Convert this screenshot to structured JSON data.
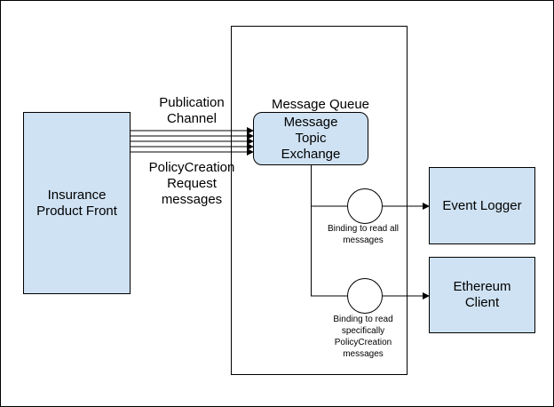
{
  "colors": {
    "box_fill": "#cfe2f3",
    "stroke": "#000000"
  },
  "nodes": {
    "insurance_front": "Insurance\nProduct Front",
    "queue_title": "Message Queue",
    "exchange": "Message\nTopic\nExchange",
    "event_logger": "Event Logger",
    "ethereum_client": "Ethereum\nClient"
  },
  "labels": {
    "publication_channel": "Publication\nChannel",
    "policy_messages": "PolicyCreation\nRequest\nmessages",
    "binding_all": "Binding to read all\nmessages",
    "binding_specific": "Binding to read\nspecifically\nPolicyCreation\nmessages"
  }
}
